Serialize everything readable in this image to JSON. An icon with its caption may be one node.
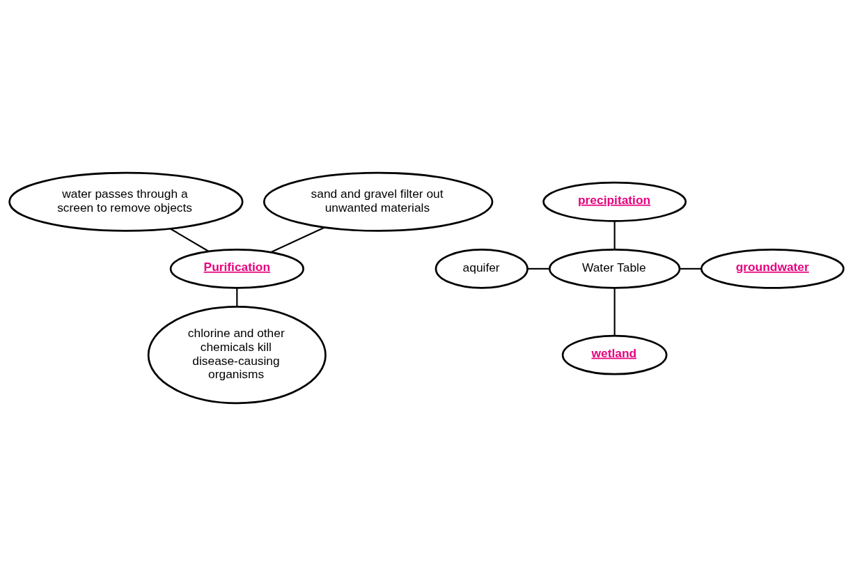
{
  "diagram": {
    "nodes": [
      {
        "text": [
          "water passes through a screen to remove objects"
        ]
      },
      {
        "text": [
          "sand and gravel filter out unwanted materials"
        ]
      },
      {
        "text": [
          "Purification"
        ]
      },
      {
        "text": [
          "chlorine and other chemicals kill disease-causing organisms"
        ]
      },
      {
        "text": [
          "precipitation"
        ]
      },
      {
        "text": [
          "Water Table"
        ]
      },
      {
        "text": [
          "aquifer"
        ]
      },
      {
        "text": [
          "groundwater"
        ]
      },
      {
        "text": [
          "wetland"
        ]
      }
    ],
    "edges": [
      {
        "from": 0,
        "to": 2,
        "arrow": "none"
      },
      {
        "from": 1,
        "to": 2,
        "arrow": "none"
      },
      {
        "from": 2,
        "to": 3,
        "arrow": "none"
      },
      {
        "from": 4,
        "to": 5,
        "arrow": "none"
      },
      {
        "from": 5,
        "to": 6,
        "arrow": "none"
      },
      {
        "from": 5,
        "to": 7,
        "arrow": "none"
      },
      {
        "from": 5,
        "to": 8,
        "arrow": "none"
      }
    ]
  }
}
